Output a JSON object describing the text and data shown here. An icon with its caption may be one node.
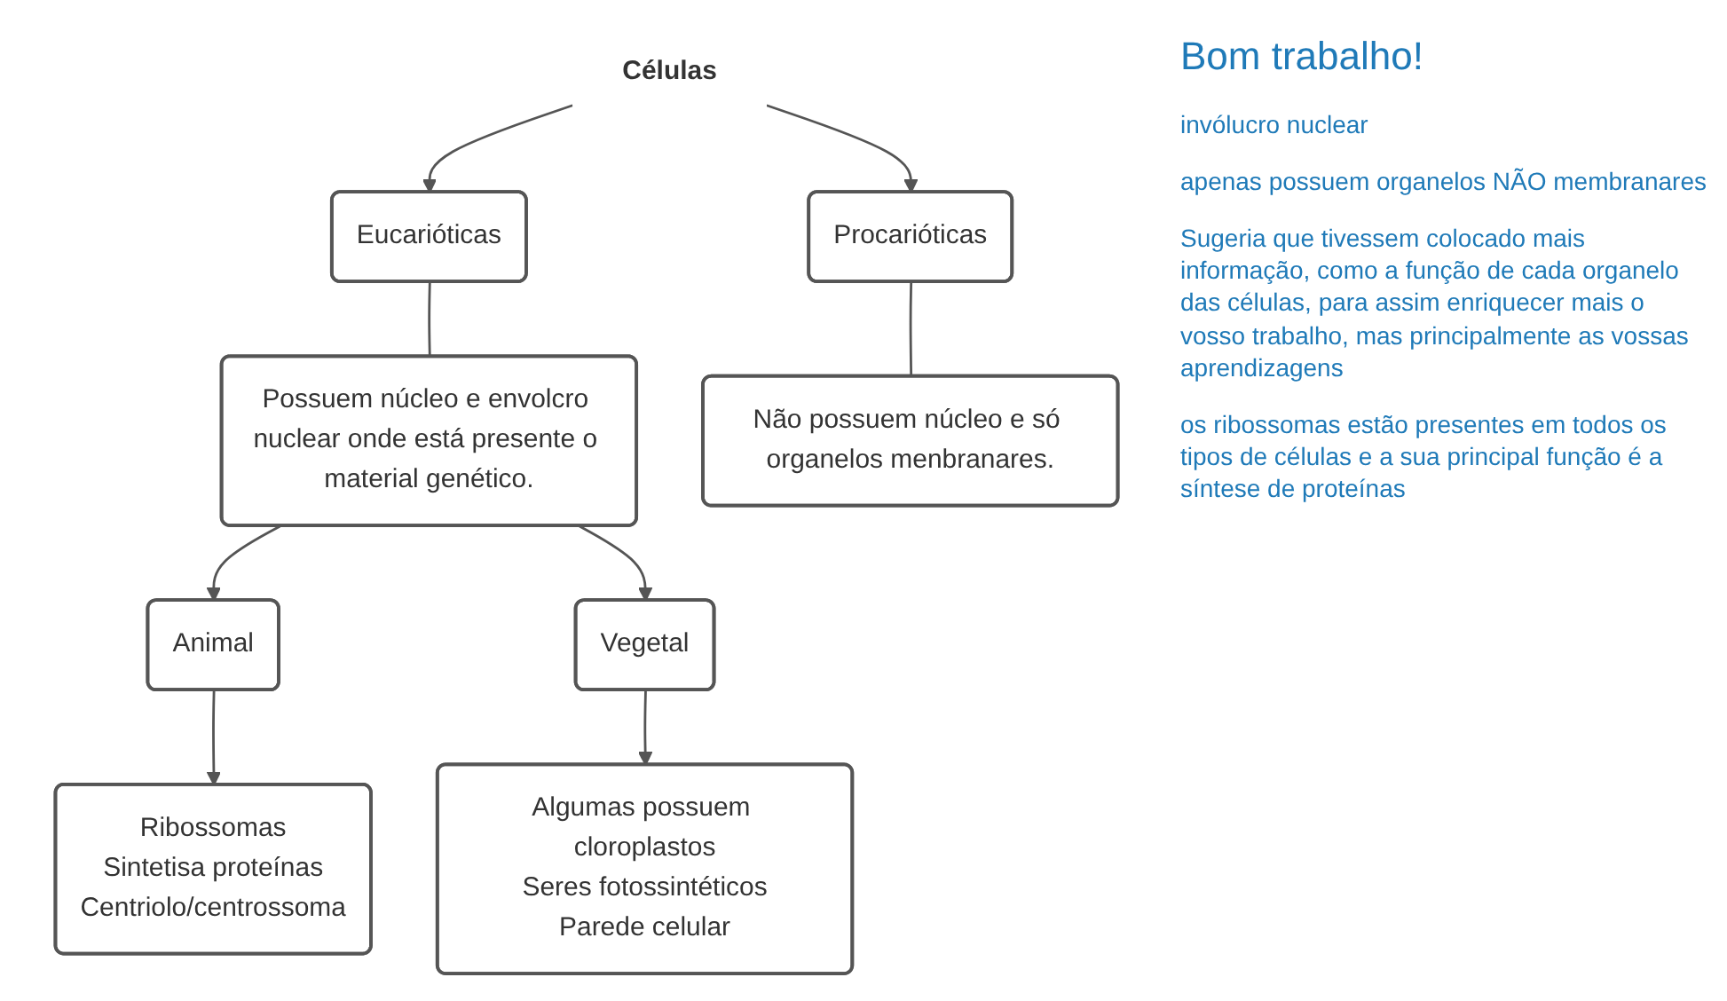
{
  "diagram": {
    "nodes": [
      {
        "text": [
          "Células"
        ]
      },
      {
        "text": [
          "Eucarióticas"
        ]
      },
      {
        "text": [
          "Procarióticas"
        ]
      },
      {
        "text": [
          "Possuem núcleo e envolcro nuclear onde está presente o material genético."
        ]
      },
      {
        "text": [
          "Não possuem núcleo e só organelos menbranares."
        ]
      },
      {
        "text": [
          "Animal"
        ]
      },
      {
        "text": [
          "Vegetal"
        ]
      },
      {
        "text": [
          "Ribossomas",
          "Sintetisa proteínas",
          "Centriolo/centrossoma"
        ]
      },
      {
        "text": [
          "Algumas possuem cloroplastos",
          "Seres fotossintéticos",
          "Parede celular"
        ]
      }
    ],
    "edges": [
      {
        "from": 0,
        "to": 1,
        "arrow": "to"
      },
      {
        "from": 0,
        "to": 2,
        "arrow": "to"
      },
      {
        "from": 1,
        "to": 3,
        "arrow": "none"
      },
      {
        "from": 2,
        "to": 4,
        "arrow": "none"
      },
      {
        "from": 3,
        "to": 5,
        "arrow": "to"
      },
      {
        "from": 3,
        "to": 6,
        "arrow": "to"
      },
      {
        "from": 5,
        "to": 7,
        "arrow": "to"
      },
      {
        "from": 6,
        "to": 8,
        "arrow": "to"
      }
    ],
    "labels": [
      "Bom trabalho!",
      "invólucro nuclear",
      "apenas possuem organelos NÃO membranares",
      "Sugeria que tivessem colocado mais informação, como a função de cada organelo das células, para assim enriquecer mais o vosso trabalho, mas principalmente as vossas aprendizagens",
      "os ribossomas estão presentes em todos os tipos de células e a sua principal função é a síntese de proteínas"
    ]
  }
}
